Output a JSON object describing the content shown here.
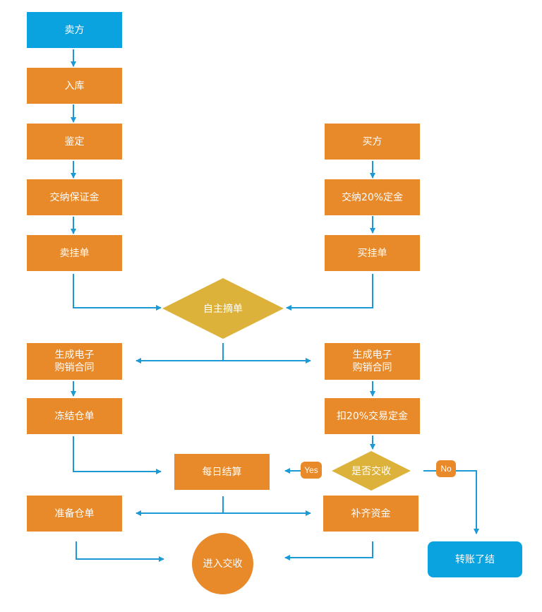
{
  "nodes": {
    "seller": "卖方",
    "storage": "入库",
    "appraisal": "鉴定",
    "deposit": "交纳保证金",
    "sell_order": "卖挂单",
    "buyer": "买方",
    "down_payment": "交纳20%定金",
    "buy_order": "买挂单",
    "pick_order": "自主摘单",
    "contract_left": "生成电子\n购销合同",
    "freeze_receipt": "冻结仓单",
    "contract_right": "生成电子\n购销合同",
    "deduct_deposit": "扣20%交易定金",
    "daily_settle": "每日结算",
    "accept_check": "是否交收",
    "prepare_receipt": "准备仓单",
    "fill_funds": "补齐资金",
    "enter_delivery": "进入交收",
    "transfer_close": "转账了结"
  },
  "edge_labels": {
    "yes": "Yes",
    "no": "No"
  },
  "colors": {
    "box": "#e8892a",
    "start": "#0aa3e0",
    "diamond": "#ddb23a",
    "arrow": "#1b9ad6"
  }
}
